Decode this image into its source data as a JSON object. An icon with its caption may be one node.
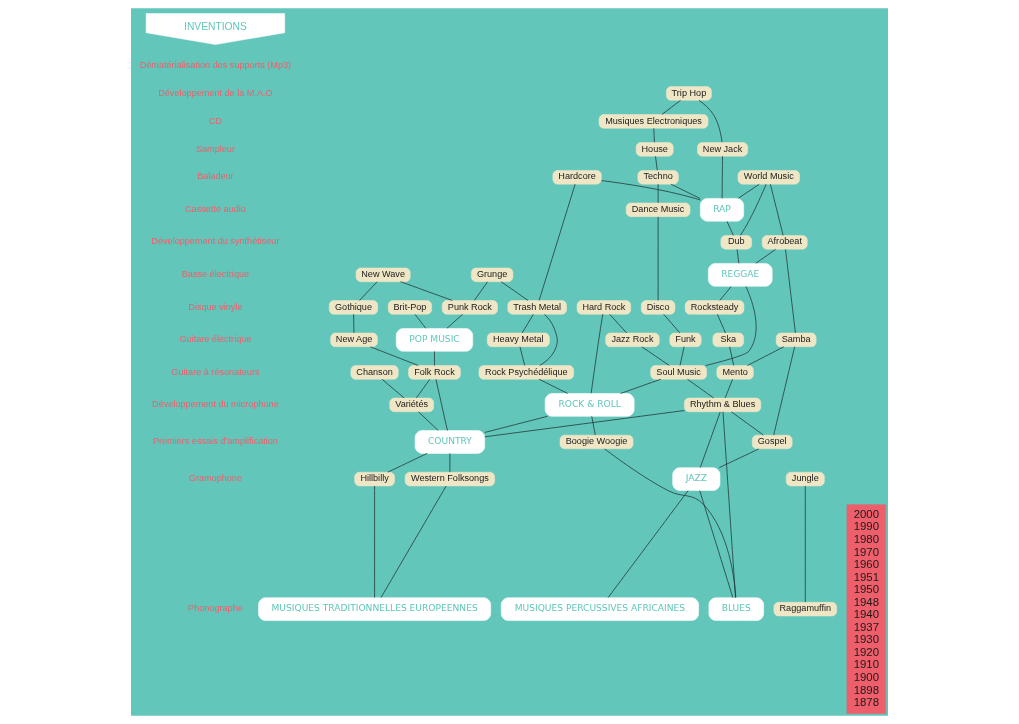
{
  "diagram": {
    "nodes": [
      {
        "text": [
          "Musiques Electroniques"
        ]
      },
      {
        "text": [
          "Trip Hop"
        ]
      },
      {
        "text": [
          "New Jack"
        ]
      },
      {
        "text": [
          "Brit-Pop"
        ]
      },
      {
        "text": [
          "Grunge"
        ]
      },
      {
        "text": [
          "Hardcore"
        ]
      },
      {
        "text": [
          "House"
        ]
      },
      {
        "text": [
          "Jungle"
        ]
      },
      {
        "text": [
          "World Music"
        ]
      },
      {
        "text": [
          "Techno"
        ]
      },
      {
        "text": [
          "Chanson"
        ]
      },
      {
        "text": [
          "Gothique"
        ]
      },
      {
        "text": [
          "Trash Metal"
        ]
      },
      {
        "text": [
          "Raggamuffin"
        ]
      },
      {
        "text": [
          "Dance Music"
        ]
      },
      {
        "text": [
          "New Wave"
        ]
      },
      {
        "text": [
          "New Age"
        ]
      },
      {
        "text": [
          "RAP"
        ]
      },
      {
        "text": [
          "Punk Rock"
        ]
      },
      {
        "text": [
          "Heavy Metal"
        ]
      },
      {
        "text": [
          "Disco"
        ]
      },
      {
        "text": [
          "Hard Rock"
        ]
      },
      {
        "text": [
          "REGGAE"
        ]
      },
      {
        "text": [
          "Dub"
        ]
      },
      {
        "text": [
          "Rock Psychédélique"
        ]
      },
      {
        "text": [
          "Afrobeat"
        ]
      },
      {
        "text": [
          "Jazz Rock"
        ]
      },
      {
        "text": [
          "Folk Rock"
        ]
      },
      {
        "text": [
          "Funk"
        ]
      },
      {
        "text": [
          "Rocksteady"
        ]
      },
      {
        "text": [
          "POP MUSIC"
        ]
      },
      {
        "text": [
          "Variétés"
        ]
      },
      {
        "text": [
          "Ska"
        ]
      },
      {
        "text": [
          "ROCK & ROLL"
        ]
      },
      {
        "text": [
          "Soul Music"
        ]
      },
      {
        "text": [
          "Mento"
        ]
      },
      {
        "text": [
          "Samba"
        ]
      },
      {
        "text": [
          "COUNTRY"
        ]
      },
      {
        "text": [
          "Rhythm & Blues"
        ]
      },
      {
        "text": [
          "Boogie Woogie"
        ]
      },
      {
        "text": [
          "BLUES"
        ]
      },
      {
        "text": [
          "Hillbilly"
        ]
      },
      {
        "text": [
          "JAZZ"
        ]
      },
      {
        "text": [
          "Western Folksongs"
        ]
      },
      {
        "text": [
          "Gospel"
        ]
      },
      {
        "text": [
          "MUSIQUES TRADITIONNELLES EUROPEENNES"
        ]
      },
      {
        "text": [
          "MUSIQUES PERCUSSIVES AFRICAINES"
        ]
      },
      {
        "text": [
          "INVENTIONS"
        ]
      },
      {
        "text": [
          "2000",
          "1990",
          "1980",
          "1970",
          "1960",
          "1951",
          "1950",
          "1948",
          "1940",
          "1937",
          "1930",
          "1920",
          "1910",
          "1900",
          "1898",
          "1878"
        ]
      }
    ],
    "edges": [
      {
        "from": 45,
        "to": 43,
        "arrow": "none"
      },
      {
        "from": 45,
        "to": 41,
        "arrow": "none"
      },
      {
        "from": 43,
        "to": 37,
        "arrow": "none"
      },
      {
        "from": 41,
        "to": 37,
        "arrow": "none"
      },
      {
        "from": 37,
        "to": 31,
        "arrow": "none"
      },
      {
        "from": 31,
        "to": 10,
        "arrow": "none"
      },
      {
        "from": 37,
        "to": 27,
        "arrow": "none"
      },
      {
        "from": 27,
        "to": 16,
        "arrow": "none"
      },
      {
        "from": 16,
        "to": 11,
        "arrow": "none"
      },
      {
        "from": 31,
        "to": 27,
        "arrow": "none"
      },
      {
        "from": 27,
        "to": 30,
        "arrow": "none"
      },
      {
        "from": 37,
        "to": 33,
        "arrow": "none"
      },
      {
        "from": 37,
        "to": 38,
        "arrow": "none"
      },
      {
        "from": 11,
        "to": 15,
        "arrow": "none"
      },
      {
        "from": 18,
        "to": 15,
        "arrow": "none"
      },
      {
        "from": 30,
        "to": 18,
        "arrow": "none"
      },
      {
        "from": 30,
        "to": 3,
        "arrow": "none"
      },
      {
        "from": 18,
        "to": 4,
        "arrow": "none"
      },
      {
        "from": 12,
        "to": 4,
        "arrow": "none"
      },
      {
        "from": 24,
        "to": 12,
        "arrow": "none"
      },
      {
        "from": 12,
        "to": 5,
        "arrow": "none"
      },
      {
        "from": 19,
        "to": 12,
        "arrow": "none"
      },
      {
        "from": 24,
        "to": 19,
        "arrow": "none"
      },
      {
        "from": 33,
        "to": 24,
        "arrow": "none"
      },
      {
        "from": 17,
        "to": 5,
        "arrow": "none"
      },
      {
        "from": 33,
        "to": 21,
        "arrow": "none"
      },
      {
        "from": 26,
        "to": 21,
        "arrow": "none"
      },
      {
        "from": 33,
        "to": 34,
        "arrow": "none"
      },
      {
        "from": 34,
        "to": 26,
        "arrow": "none"
      },
      {
        "from": 39,
        "to": 33,
        "arrow": "none"
      },
      {
        "from": 40,
        "to": 39,
        "arrow": "none"
      },
      {
        "from": 0,
        "to": 1,
        "arrow": "none"
      },
      {
        "from": 6,
        "to": 0,
        "arrow": "none"
      },
      {
        "from": 9,
        "to": 6,
        "arrow": "none"
      },
      {
        "from": 14,
        "to": 9,
        "arrow": "none"
      },
      {
        "from": 20,
        "to": 14,
        "arrow": "none"
      },
      {
        "from": 28,
        "to": 20,
        "arrow": "none"
      },
      {
        "from": 34,
        "to": 28,
        "arrow": "none"
      },
      {
        "from": 38,
        "to": 34,
        "arrow": "none"
      },
      {
        "from": 2,
        "to": 1,
        "arrow": "none"
      },
      {
        "from": 17,
        "to": 2,
        "arrow": "none"
      },
      {
        "from": 17,
        "to": 9,
        "arrow": "none"
      },
      {
        "from": 13,
        "to": 7,
        "arrow": "none"
      },
      {
        "from": 17,
        "to": 8,
        "arrow": "none"
      },
      {
        "from": 23,
        "to": 8,
        "arrow": "none"
      },
      {
        "from": 25,
        "to": 8,
        "arrow": "none"
      },
      {
        "from": 36,
        "to": 25,
        "arrow": "none"
      },
      {
        "from": 44,
        "to": 36,
        "arrow": "none"
      },
      {
        "from": 23,
        "to": 17,
        "arrow": "none"
      },
      {
        "from": 22,
        "to": 23,
        "arrow": "none"
      },
      {
        "from": 22,
        "to": 25,
        "arrow": "none"
      },
      {
        "from": 34,
        "to": 22,
        "arrow": "none"
      },
      {
        "from": 29,
        "to": 22,
        "arrow": "none"
      },
      {
        "from": 32,
        "to": 29,
        "arrow": "none"
      },
      {
        "from": 35,
        "to": 32,
        "arrow": "none"
      },
      {
        "from": 35,
        "to": 36,
        "arrow": "none"
      },
      {
        "from": 38,
        "to": 35,
        "arrow": "none"
      },
      {
        "from": 40,
        "to": 38,
        "arrow": "none"
      },
      {
        "from": 42,
        "to": 38,
        "arrow": "none"
      },
      {
        "from": 44,
        "to": 38,
        "arrow": "none"
      },
      {
        "from": 40,
        "to": 42,
        "arrow": "none"
      },
      {
        "from": 42,
        "to": 44,
        "arrow": "none"
      },
      {
        "from": 46,
        "to": 42,
        "arrow": "none"
      }
    ],
    "labels": [
      "Dématérialisation des supports (Mp3)",
      "Développement de la M.A.O",
      "CD",
      "Sampleur",
      "Baladeur",
      "Cassette audio",
      "Développement du synthétiseur",
      "Basse électrique",
      "Disque vinyle",
      "Guitare électrique",
      "Guitare à résonateurs",
      "Développement du microphone",
      "Premiers essais d’amplification",
      "Gramophone",
      "Phonographe"
    ]
  }
}
